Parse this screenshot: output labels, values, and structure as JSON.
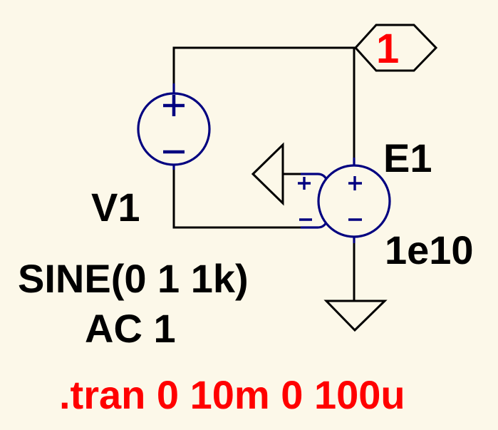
{
  "colors": {
    "background": "#FCF8E9",
    "wire": "#000000",
    "component": "#000080",
    "text": "#000000",
    "accent_red": "#FF0000"
  },
  "schematic": {
    "net_label": "1",
    "components": [
      {
        "name": "V1",
        "type": "independent-voltage-source",
        "value_line1": "SINE(0 1 1k)",
        "value_line2": "AC 1"
      },
      {
        "name": "E1",
        "type": "voltage-controlled-voltage-source",
        "value": "1e10"
      }
    ],
    "directive": ".tran 0 10m 0 100u"
  }
}
